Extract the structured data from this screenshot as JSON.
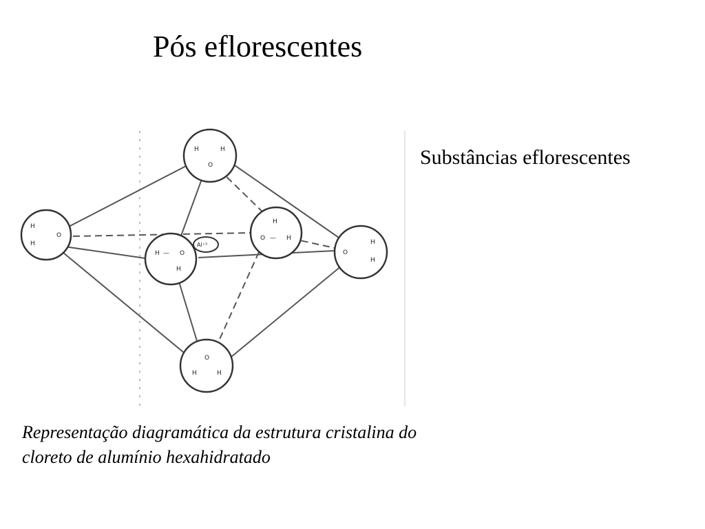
{
  "slide": {
    "title": "Pós eflorescentes",
    "side_heading": "Substâncias eflorescentes",
    "caption": "Representação diagramática da estrutura cristalina do cloreto de alumínio hexahidratado"
  },
  "diagram": {
    "labels": {
      "hydrogen": "H",
      "oxygen": "O",
      "bond": "—",
      "ion": "Al⁺³"
    },
    "colors": {
      "line": "#555555",
      "circle": "#333333",
      "guide": "#bbbbbb"
    }
  }
}
